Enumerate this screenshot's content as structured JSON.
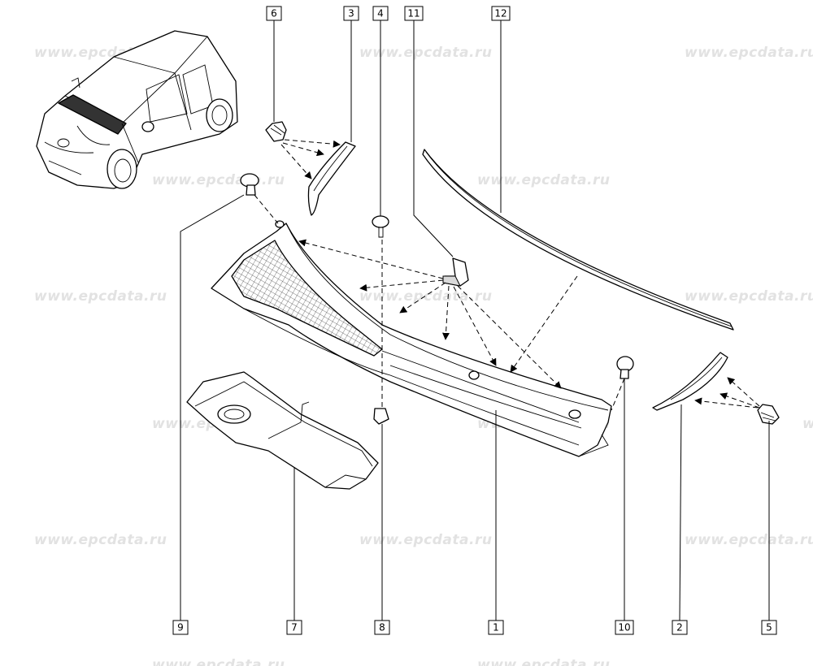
{
  "watermark": "www.epcdata.ru",
  "callouts": {
    "c1": "1",
    "c2": "2",
    "c3": "3",
    "c4": "4",
    "c5": "5",
    "c6": "6",
    "c7": "7",
    "c8": "8",
    "c9": "9",
    "c10": "10",
    "c11": "11",
    "c12": "12"
  },
  "colors": {
    "line": "#000000",
    "watermark": "#e2e2e2",
    "background": "#ffffff"
  }
}
